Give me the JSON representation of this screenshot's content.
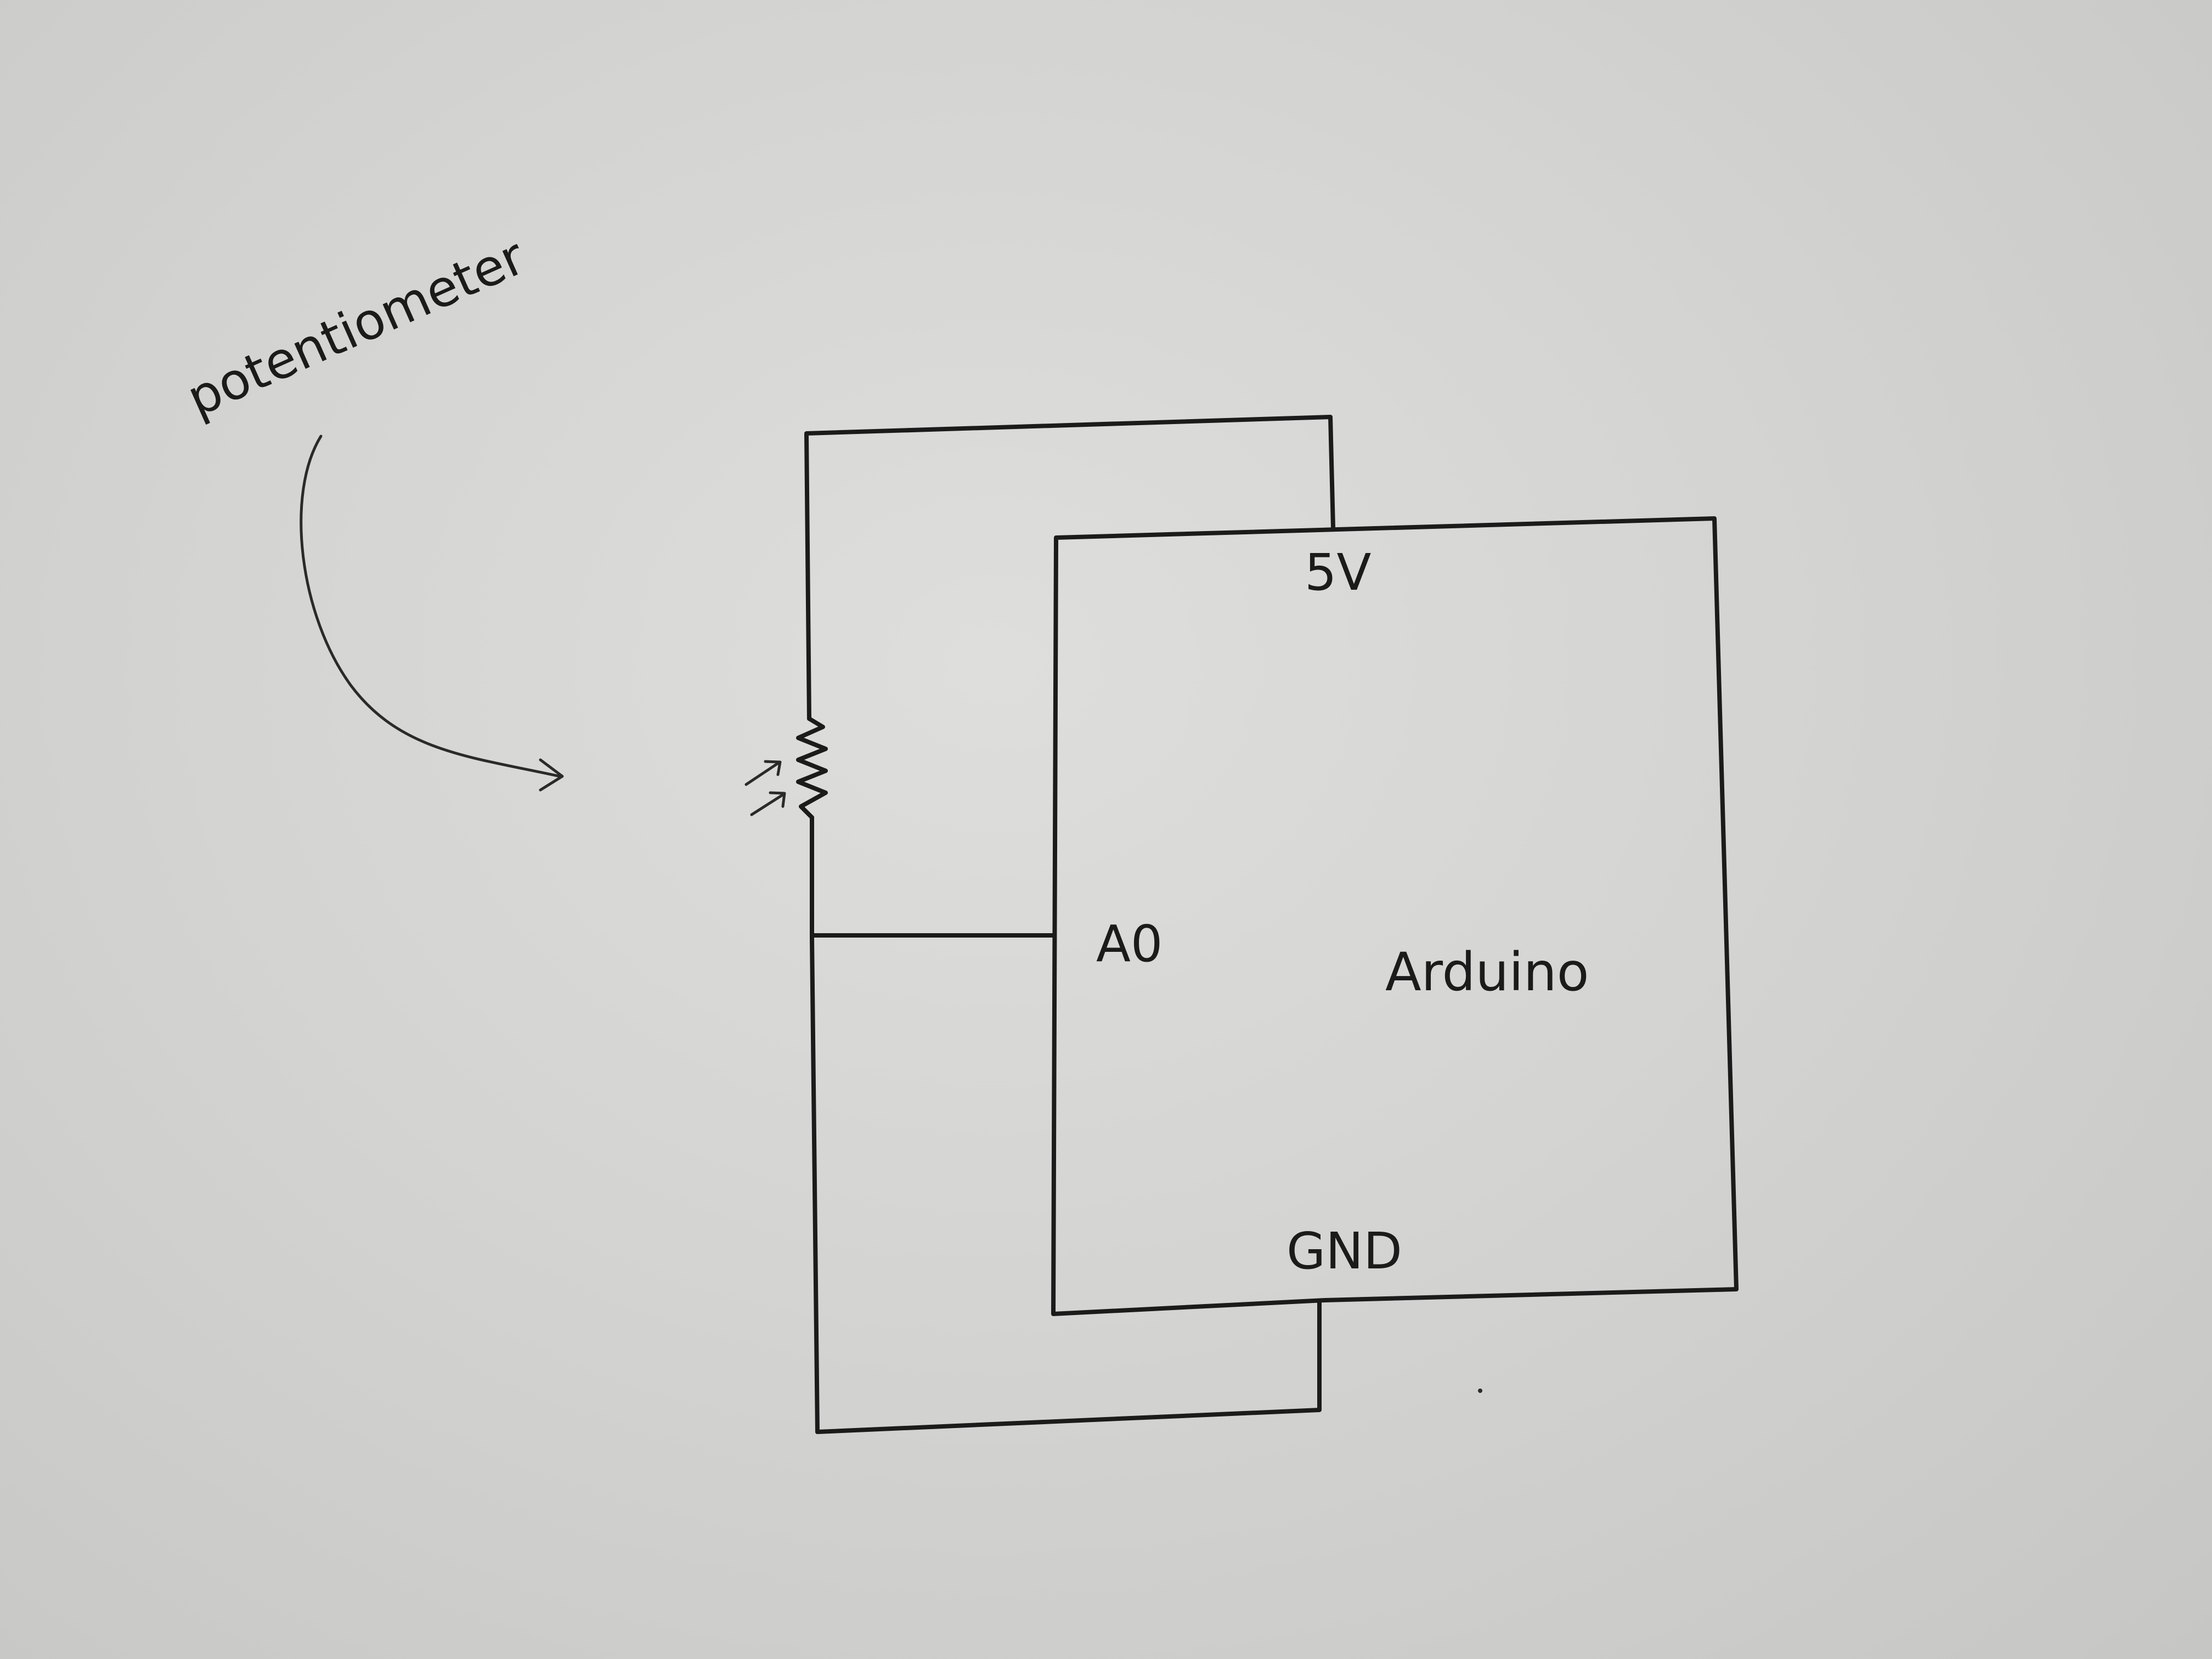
{
  "diagram": {
    "annotation_label": "potentiometer",
    "board_label": "Arduino",
    "pins": {
      "power": "5V",
      "analog": "A0",
      "ground": "GND"
    }
  }
}
